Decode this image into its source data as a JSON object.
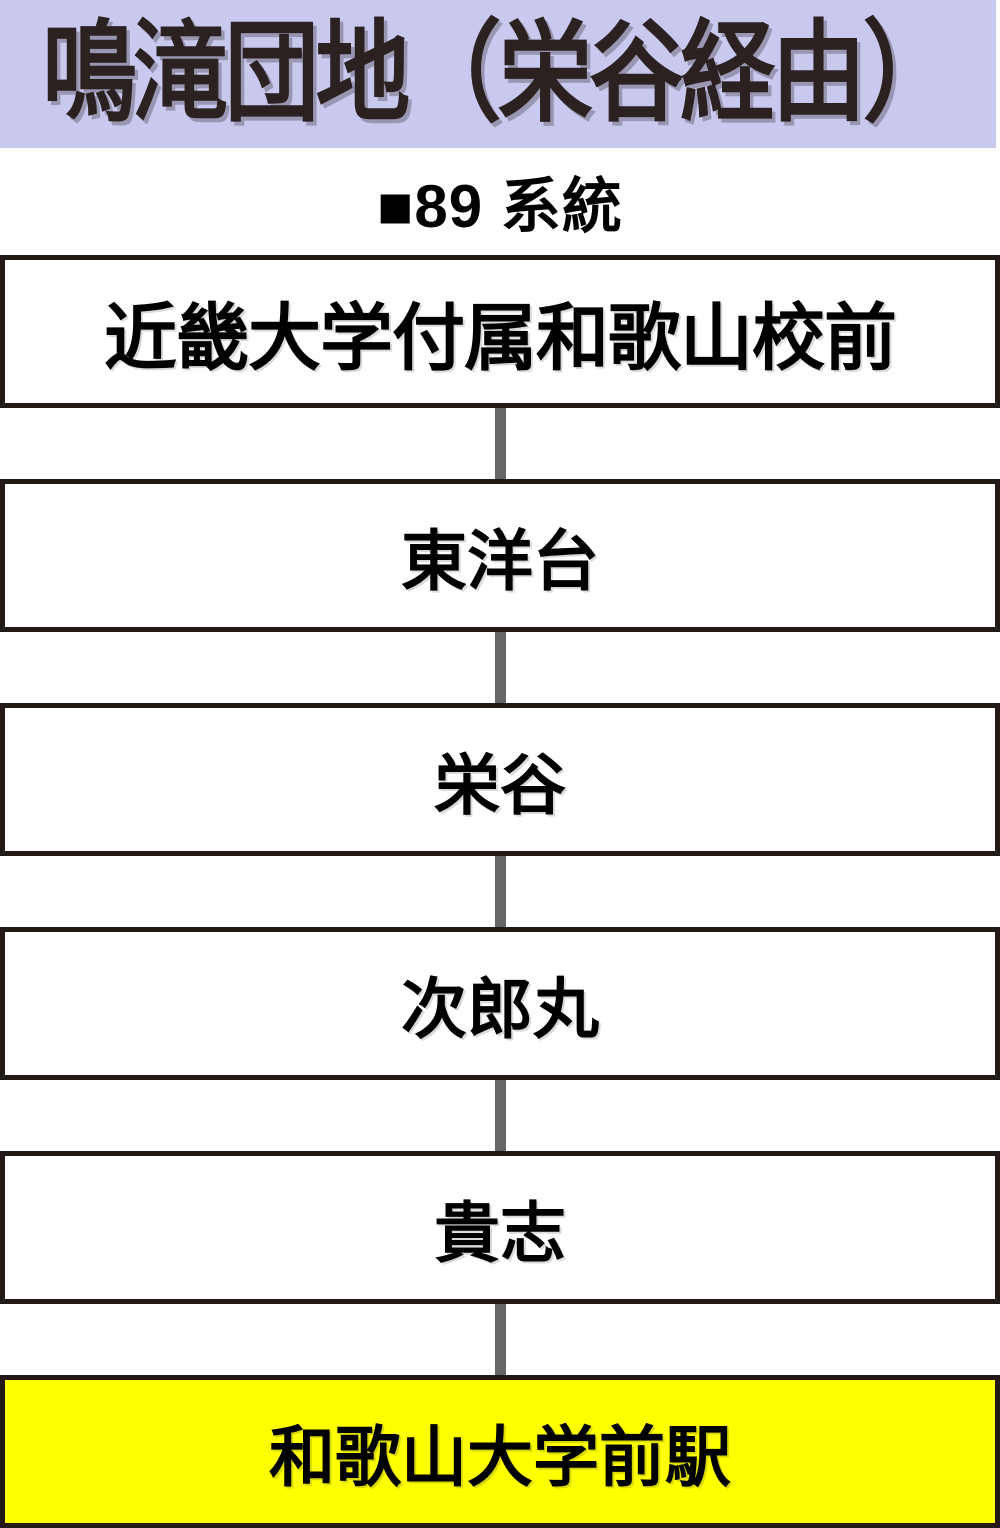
{
  "title": {
    "text": "鳴滝団地（栄谷経由）"
  },
  "route_heading": "■89 系統",
  "stops": [
    {
      "name": "近畿大学付属和歌山校前",
      "highlight": false
    },
    {
      "name": "東洋台",
      "highlight": false
    },
    {
      "name": "栄谷",
      "highlight": false
    },
    {
      "name": "次郎丸",
      "highlight": false
    },
    {
      "name": "貴志",
      "highlight": false
    },
    {
      "name": "和歌山大学前駅",
      "highlight": true
    }
  ],
  "colors": {
    "title_background": "#c9c9f0",
    "title_text": "#2b2121",
    "box_border": "#231815",
    "box_background": "#ffffff",
    "terminal_highlight": "#ffff00",
    "connector_line": "#666666",
    "stop_text": "#000000"
  }
}
